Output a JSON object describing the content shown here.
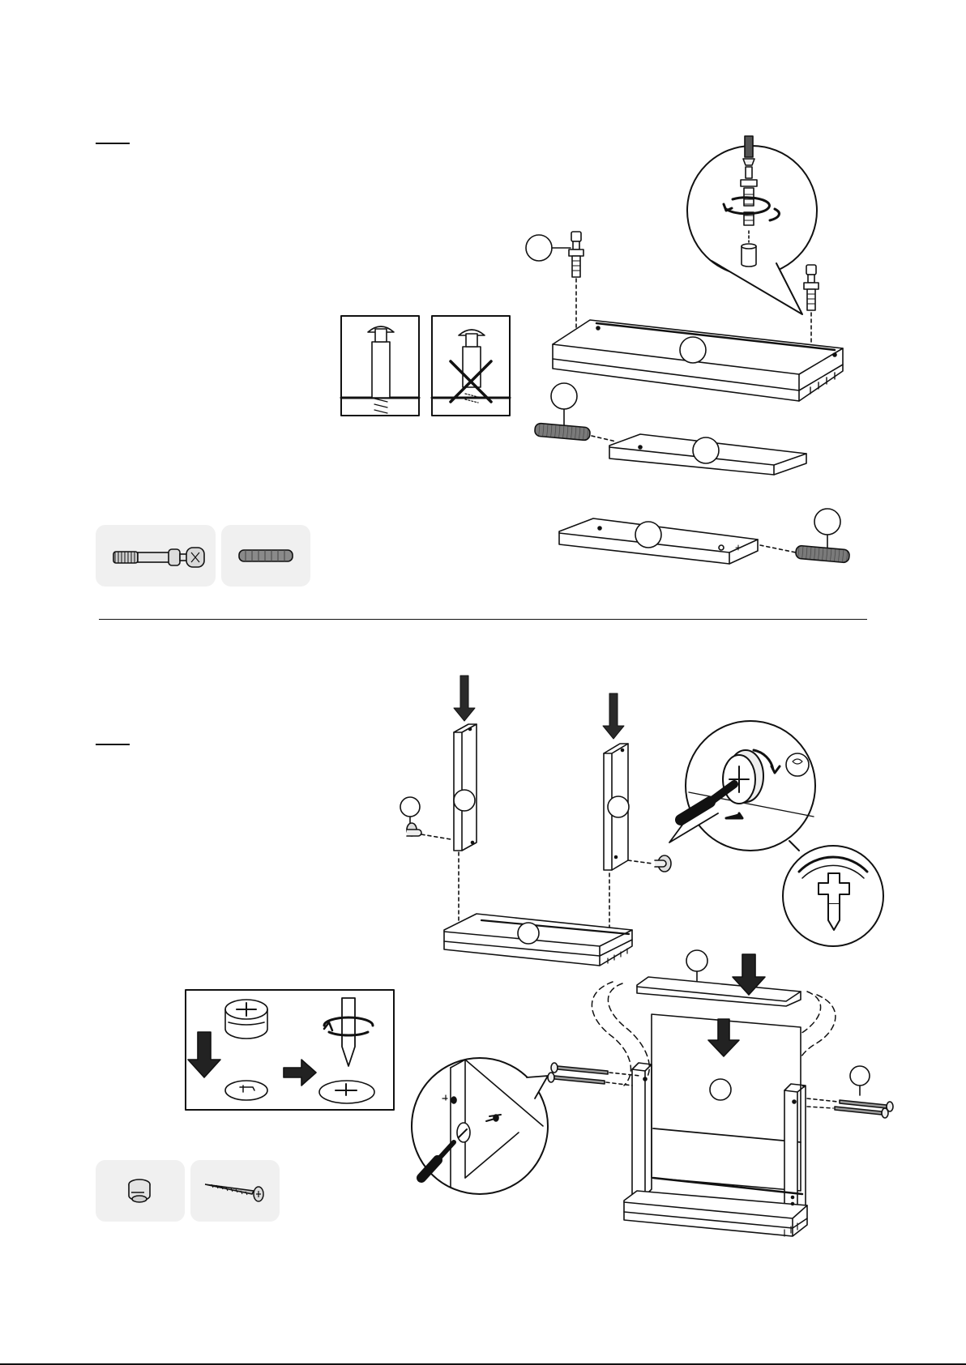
{
  "document": {
    "type": "assembly-instructions",
    "steps": [
      {
        "id": "step-a",
        "hardware": [
          {
            "name": "cam-bolt",
            "icon": "cam-bolt-icon"
          },
          {
            "name": "wooden-dowel",
            "icon": "dowel-icon"
          }
        ],
        "callout": "correct-vs-incorrect-bolt-depth"
      },
      {
        "id": "step-b",
        "hardware": [
          {
            "name": "cam-lock",
            "icon": "cam-lock-icon"
          },
          {
            "name": "wood-screw",
            "icon": "screw-icon"
          }
        ],
        "callout": "insert-and-turn-cam-lock"
      }
    ]
  },
  "colors": {
    "ink": "#111111",
    "card": "#f0f0f0",
    "paper": "#ffffff"
  }
}
